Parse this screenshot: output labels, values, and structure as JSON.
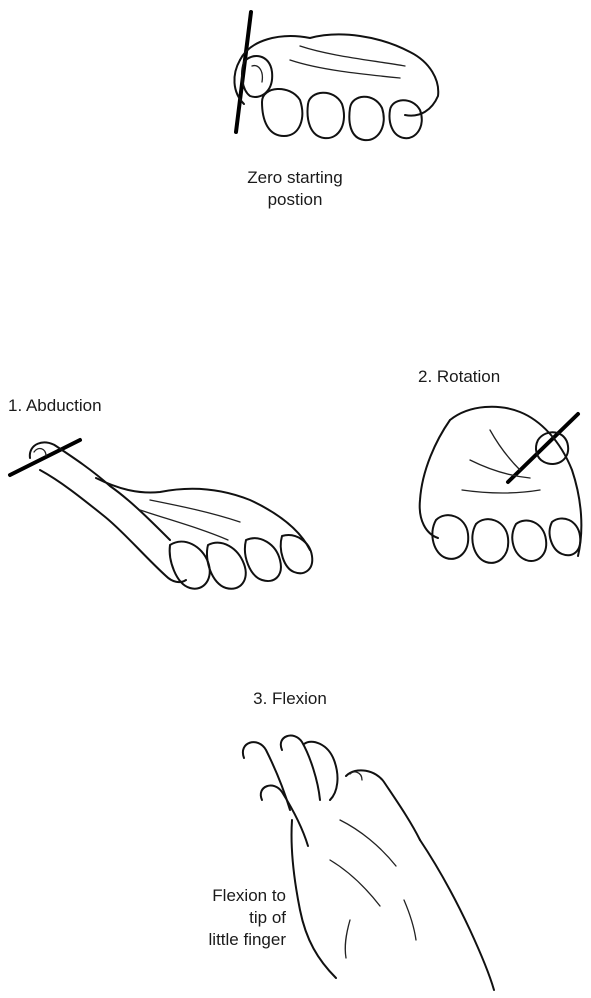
{
  "figures": {
    "zero": {
      "caption_line1": "Zero starting",
      "caption_line2": "postion"
    },
    "abduction": {
      "caption": "1. Abduction"
    },
    "rotation": {
      "caption": "2. Rotation"
    },
    "flexion": {
      "caption": "3. Flexion",
      "note_line1": "Flexion to",
      "note_line2": "tip of",
      "note_line3": "little finger"
    }
  },
  "icons": {
    "zero": "hand-zero-position-icon",
    "abduction": "hand-abduction-icon",
    "rotation": "hand-rotation-icon",
    "flexion": "hand-flexion-icon"
  }
}
